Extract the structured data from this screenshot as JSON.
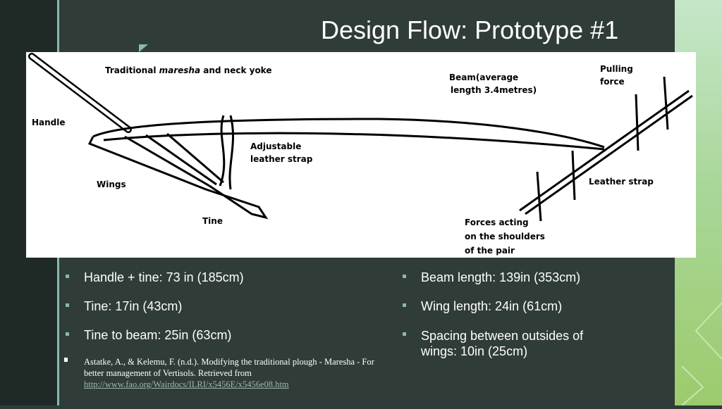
{
  "title": "Design Flow: Prototype #1",
  "figure": {
    "caption_prefix": "Traditional ",
    "caption_italic": "maresha",
    "caption_suffix": " and neck yoke",
    "labels": {
      "handle": "Handle",
      "wings": "Wings",
      "tine": "Tine",
      "strap1": "Adjustable",
      "strap2": "leather strap",
      "beam1": "Beam(average",
      "beam2": "length 3.4metres)",
      "pull1": "Pulling",
      "pull2": "force",
      "leather": "Leather strap",
      "forces1": "Forces acting",
      "forces2": "on the shoulders",
      "forces3": "of the pair"
    }
  },
  "bullets_left": [
    "Handle + tine: 73 in (185cm)",
    "Tine: 17in (43cm)",
    "Tine to beam: 25in (63cm)"
  ],
  "bullets_right": [
    "Beam length: 139in (353cm)",
    "Wing length: 24in (61cm)",
    "Spacing between outsides of wings: 10in (25cm)"
  ],
  "reference": {
    "text": "Astatke, A., & Kelemu, F. (n.d.). Modifying the traditional plough - Maresha - For better management of Vertisols. Retrieved from",
    "link": "http://www.fao.org/Wairdocs/ILRI/x5456E/x5456e08.htm"
  }
}
